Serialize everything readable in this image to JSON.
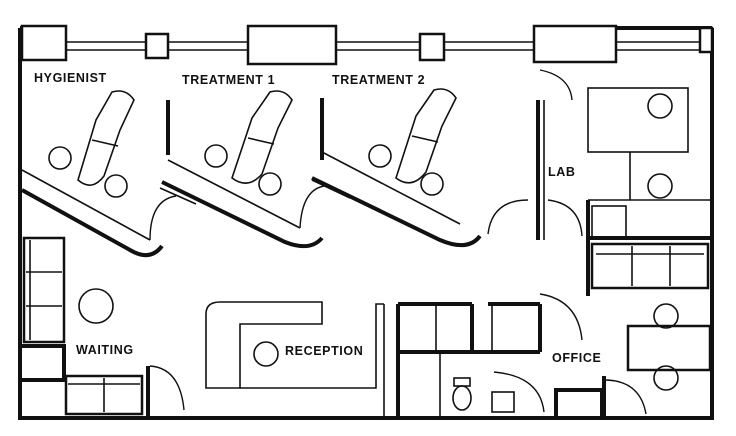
{
  "rooms": {
    "hygienist": "HYGIENIST",
    "treatment_1": "TREATMENT 1",
    "treatment_2": "TREATMENT 2",
    "lab": "LAB",
    "waiting": "WAITING",
    "reception": "RECEPTION",
    "office": "OFFICE"
  },
  "colors": {
    "line": "#111111",
    "background": "#ffffff"
  }
}
